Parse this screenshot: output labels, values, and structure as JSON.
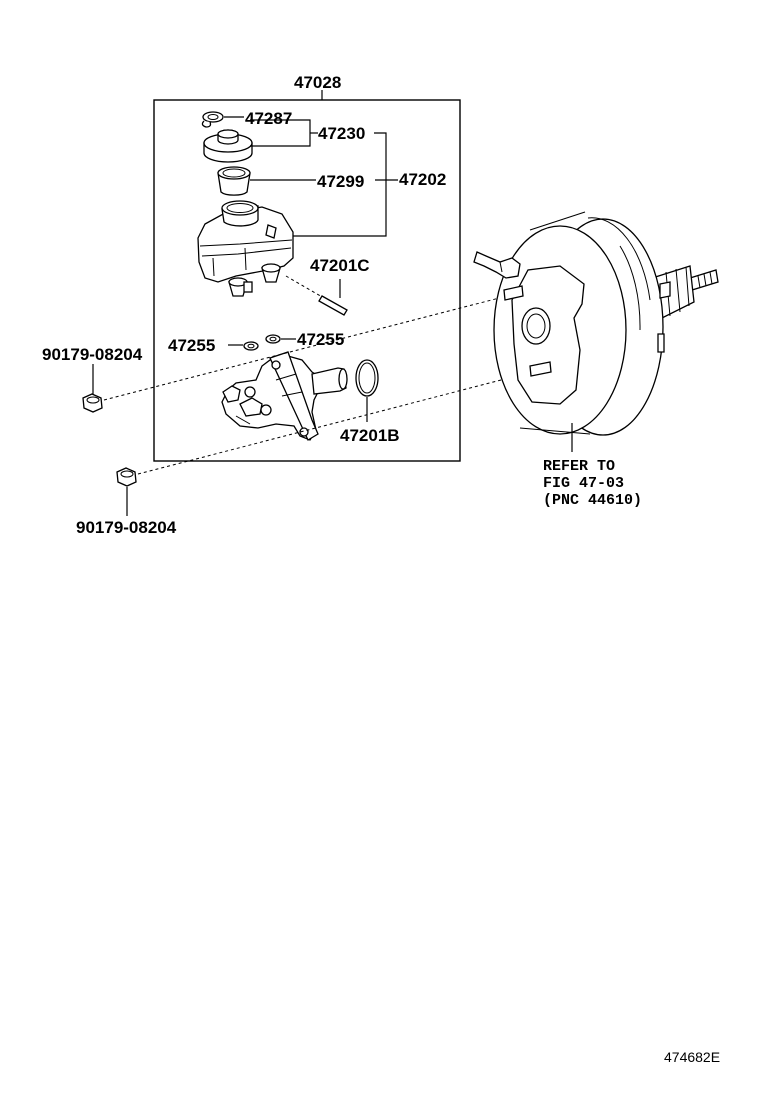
{
  "diagram": {
    "labels": {
      "assembly": "47028",
      "clip": "47287",
      "cap_kit": "47230",
      "strainer": "47299",
      "reservoir_set": "47202",
      "pin": "47201C",
      "grommet_left": "47255",
      "grommet_right": "47255",
      "oring": "47201B",
      "nut_upper": "90179-08204",
      "nut_lower": "90179-08204"
    },
    "refer": {
      "line1": "REFER TO",
      "line2": "FIG 47-03",
      "line3": "(PNC 44610)"
    },
    "figure_code": "474682E"
  }
}
